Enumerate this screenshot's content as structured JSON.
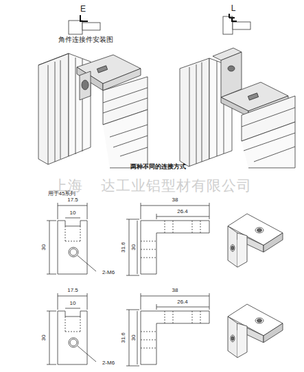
{
  "diagram": {
    "labels": [
      "E",
      "L",
      "角件连接件安装图",
      "两种不同的连接方式",
      "上海",
      "达工业铝型材有限公司",
      "用于45系列",
      "17.5",
      "10",
      "30",
      "2-M6",
      "38",
      "26.4",
      "31.6",
      "30",
      "17.5",
      "10",
      "30",
      "2-M6",
      "38",
      "26.4",
      "31.6",
      "30"
    ]
  }
}
